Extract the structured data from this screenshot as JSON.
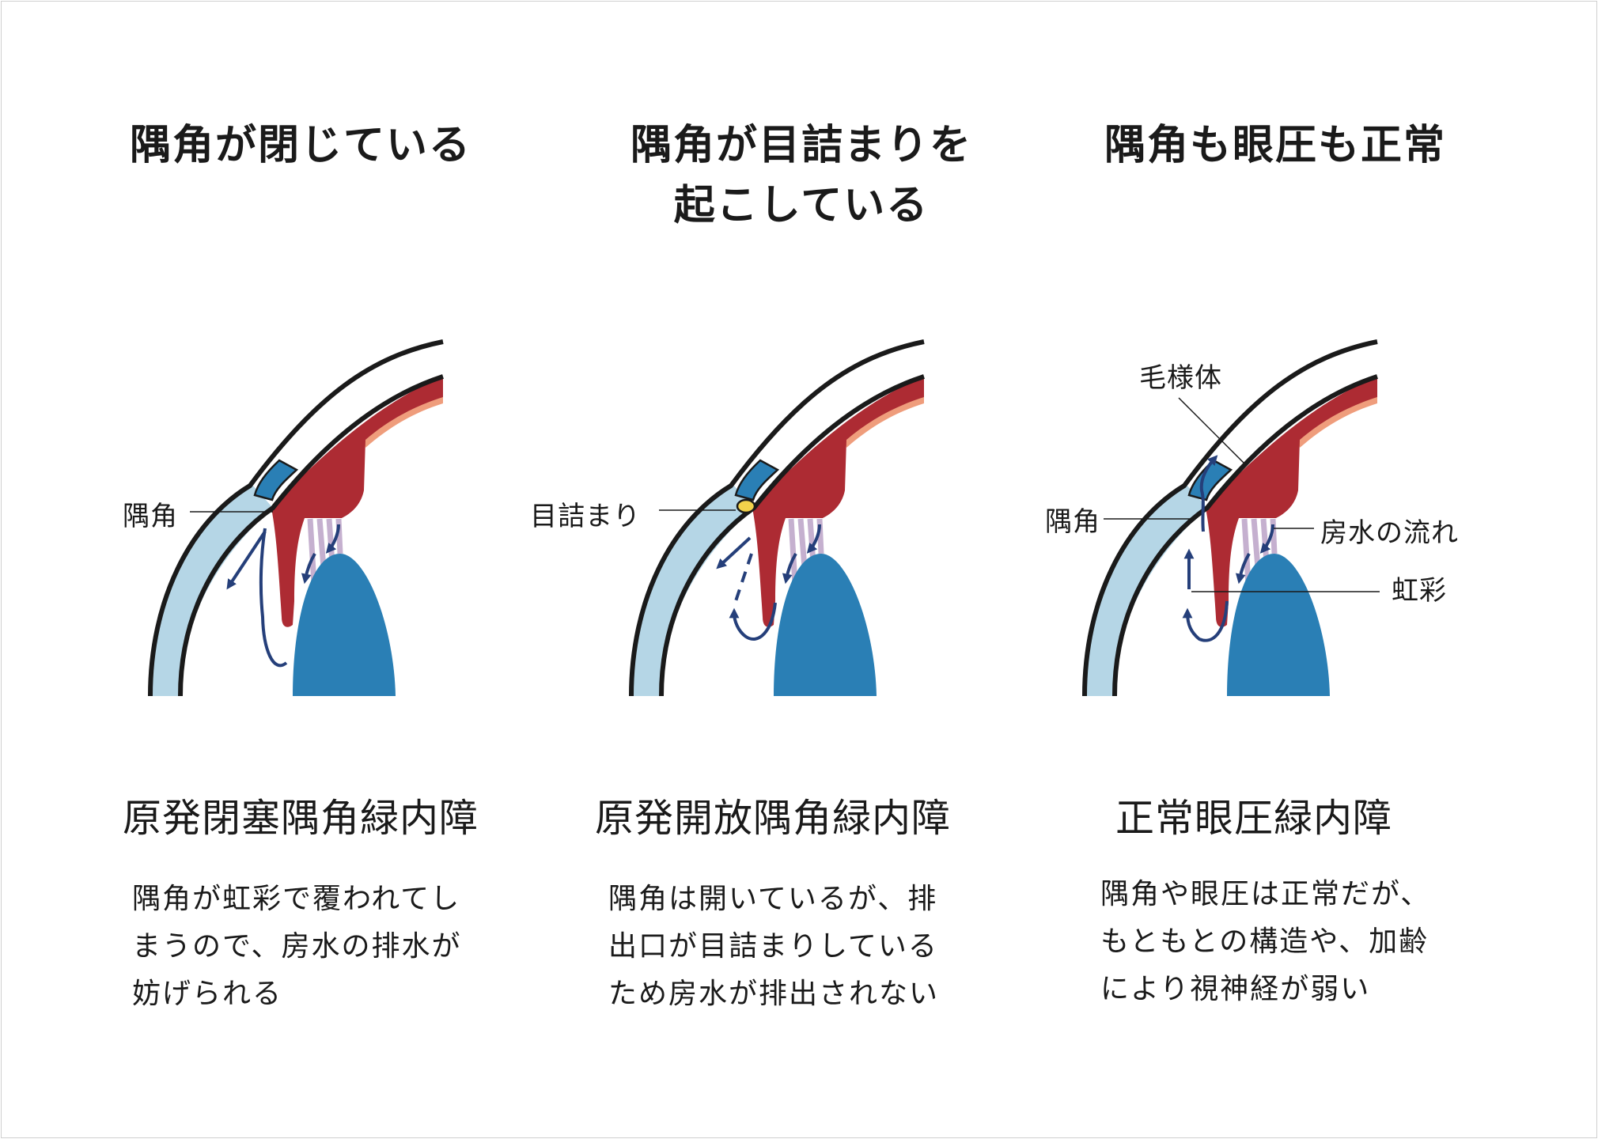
{
  "panels": [
    {
      "title": [
        "隅角が閉じている"
      ],
      "name": "原発閉塞隅角緑内障",
      "desc": [
        "隅角が虹彩で覆われてし",
        "まうので、房水の排水が",
        "妨げられる"
      ],
      "labels": {
        "angle": "隅角"
      }
    },
    {
      "title": [
        "隅角が目詰まりを",
        "起こしている"
      ],
      "name": "原発開放隅角緑内障",
      "desc": [
        "隅角は開いているが、排",
        "出口が目詰まりしている",
        "ため房水が排出されない"
      ],
      "labels": {
        "clog": "目詰まり"
      }
    },
    {
      "title": [
        "隅角も眼圧も正常"
      ],
      "name": "正常眼圧緑内障",
      "desc": [
        "隅角や眼圧は正常だが、",
        "もともとの構造や、加齢",
        "により視神経が弱い"
      ],
      "labels": {
        "ciliary": "毛様体",
        "angle": "隅角",
        "flow": "房水の流れ",
        "iris": "虹彩"
      }
    }
  ],
  "colors": {
    "cornea": "#b5d6e6",
    "ciliary": "#ad2b33",
    "choroid": "#ef9d7c",
    "lens": "#2a7fb5",
    "zonule": "#c5b0cf",
    "arrow": "#253f7a",
    "clog": "#f2d24b"
  }
}
